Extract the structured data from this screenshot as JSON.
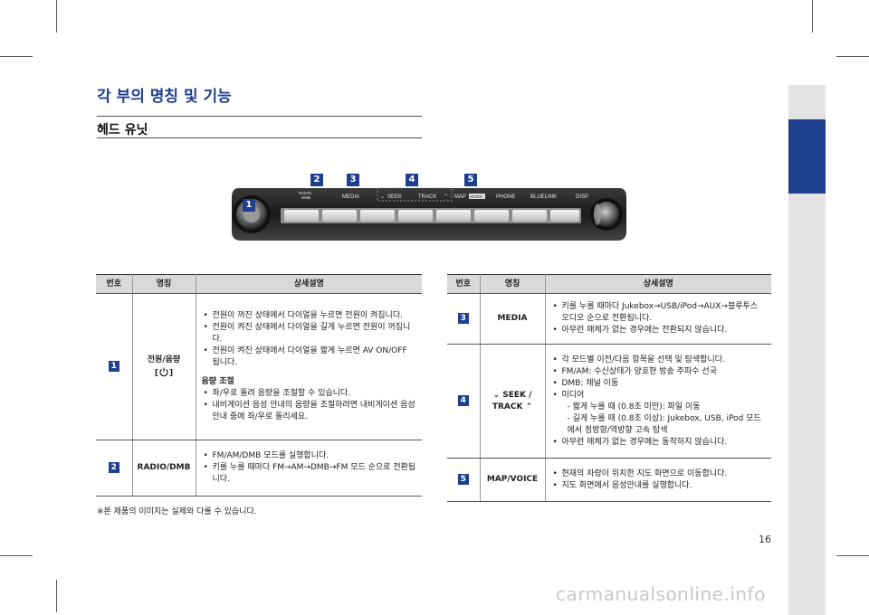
{
  "section_title": "각 부의 명칭 및 기능",
  "sub_title": "헤드 유닛",
  "panel_labels": {
    "radio": "RADIO",
    "dmb": "DMB",
    "media": "MEDIA",
    "seek": "SEEK",
    "track": "TRACK",
    "map": "MAP",
    "voice": "VOICE",
    "phone": "PHONE",
    "bluelink": "BLUELINK",
    "disp": "DISP"
  },
  "callouts": [
    "1",
    "2",
    "3",
    "4",
    "5"
  ],
  "table_headers": {
    "num": "번호",
    "name": "명칭",
    "desc": "상세설명"
  },
  "left_table": {
    "row1": {
      "num": "1",
      "name_line1": "전원/음량",
      "name_open": "[",
      "name_close": "]",
      "b1": "전원이 꺼진 상태에서 다이얼을 누르면 전원이 켜집니다.",
      "b2": "전원이 켜진 상태에서 다이얼을 길게 누르면 전원이 꺼집니다.",
      "b3": "전원이 켜진 상태에서 다이얼을 짧게 누르면 AV ON/OFF 됩니다.",
      "subhead": "음량 조절",
      "b4": "좌/우로 돌려 음량을 조절할 수 있습니다.",
      "b5": "내비게이션 음성 안내의 음량을 조절하려면 내비게이션 음성 안내 중에 좌/우로 돌리세요."
    },
    "row2": {
      "num": "2",
      "name": "RADIO/DMB",
      "b1": "FM/AM/DMB 모드를 실행합니다.",
      "b2": "키를 누를 때마다 FM→AM→DMB→FM 모드 순으로 전환됩니다."
    }
  },
  "right_table": {
    "row3": {
      "num": "3",
      "name": "MEDIA",
      "b1": "키를 누를 때마다 Jukebox→USB/iPod→AUX→블루투스 오디오 순으로 전환됩니다.",
      "b2": "아무런 매체가 없는 경우에는 전환되지 않습니다."
    },
    "row4": {
      "num": "4",
      "name_seek": "SEEK /",
      "name_track": "TRACK",
      "b1": "각 모드별 이전/다음 항목을 선택 및 탐색합니다.",
      "b2": "FM/AM: 수신상태가 양호한 방송 주파수 선국",
      "b3": "DMB: 채널 이동",
      "b4": "미디어",
      "s1": "- 짧게 누를 때 (0.8초 미만): 파일 이동",
      "s2": "- 길게 누를 때 (0.8초 이상): Jukebox, USB, iPod 모드에서 정방향/역방향 고속 탐색",
      "b5": "아무런 매체가 없는 경우에는 동작하지 않습니다."
    },
    "row5": {
      "num": "5",
      "name": "MAP/VOICE",
      "b1": "현재의 차량이 위치한 지도 화면으로 이동합니다.",
      "b2": "지도 화면에서 음성안내를 실행합니다."
    }
  },
  "note": "※본 제품의 이미지는 실제와 다를 수 있습니다.",
  "page_number": "16",
  "watermark": "carmanualsonline.info",
  "colors": {
    "accent": "#1f3f8f",
    "header_bg": "#d9d9d9",
    "side_strip": "#e3e3e3"
  }
}
